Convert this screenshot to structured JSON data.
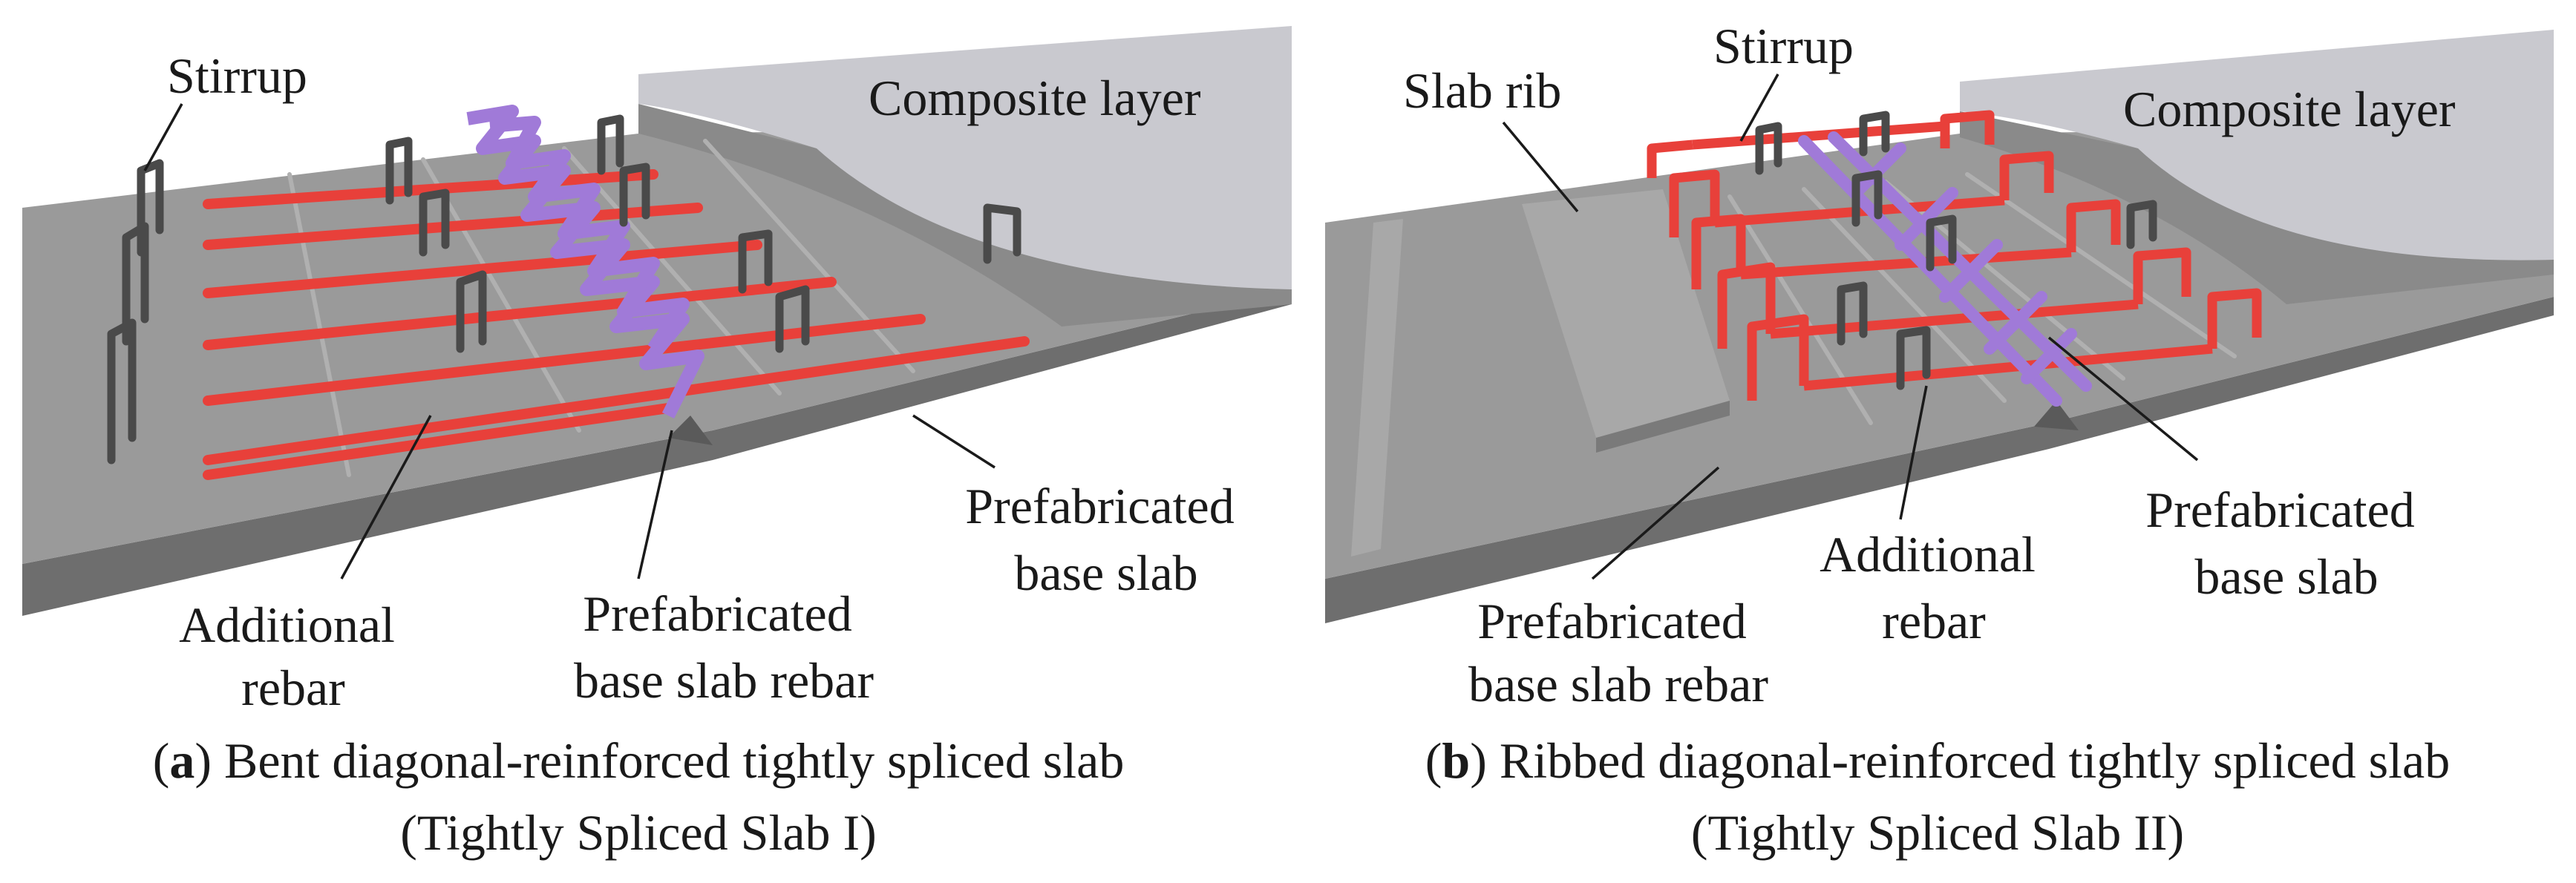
{
  "colors": {
    "slab_top": "#9a9a9a",
    "slab_side": "#6e6e6e",
    "composite_top": "#c9c9cf",
    "composite_side": "#8a8a8a",
    "additional_rebar": "#e8403a",
    "diagonal_rebar": "#a07ad8",
    "stirrup": "#4a4a4a",
    "base_rebar": "#b0b0b0"
  },
  "panels": [
    {
      "id": "a",
      "labels": {
        "stirrup": "Stirrup",
        "composite_layer": "Composite layer",
        "prefab_base_slab": [
          "Prefabricated",
          "base slab"
        ],
        "additional_rebar": [
          "Additional",
          "rebar"
        ],
        "prefab_base_slab_rebar": [
          "Prefabricated",
          "base slab rebar"
        ]
      },
      "caption": {
        "letter": "a",
        "text": " Bent diagonal-reinforced tightly spliced slab",
        "subtitle": "(Tightly Spliced Slab I)"
      }
    },
    {
      "id": "b",
      "labels": {
        "stirrup": "Stirrup",
        "slab_rib": "Slab rib",
        "composite_layer": "Composite layer",
        "prefab_base_slab": [
          "Prefabricated",
          "base slab"
        ],
        "additional_rebar": [
          "Additional",
          "rebar"
        ],
        "prefab_base_slab_rebar": [
          "Prefabricated",
          "base slab rebar"
        ]
      },
      "caption": {
        "letter": "b",
        "text": " Ribbed diagonal-reinforced tightly spliced slab",
        "subtitle": "(Tightly Spliced Slab II)"
      }
    }
  ]
}
